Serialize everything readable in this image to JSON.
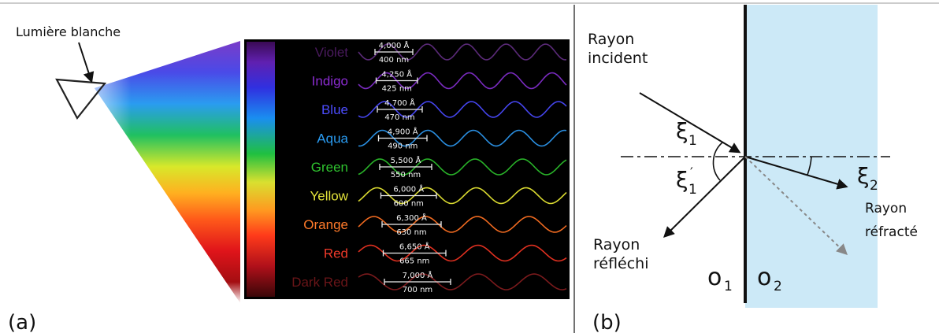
{
  "panel_a": {
    "label": "(a)",
    "white_light_label": "Lumière blanche",
    "colors": [
      {
        "name": "Violet",
        "angstrom": "4,000 Å",
        "nm": "400 nm",
        "color": "#4a1a5e",
        "wave": "#5a2a78"
      },
      {
        "name": "Indigo",
        "angstrom": "4,250 Å",
        "nm": "425 nm",
        "color": "#8a2bd0",
        "wave": "#7a2bc0"
      },
      {
        "name": "Blue",
        "angstrom": "4,700 Å",
        "nm": "470 nm",
        "color": "#4d4dff",
        "wave": "#4545ee"
      },
      {
        "name": "Aqua",
        "angstrom": "4,900 Å",
        "nm": "490 nm",
        "color": "#2a9df4",
        "wave": "#2a8ee0"
      },
      {
        "name": "Green",
        "angstrom": "5,500 Å",
        "nm": "550 nm",
        "color": "#2fc32f",
        "wave": "#29b229"
      },
      {
        "name": "Yellow",
        "angstrom": "6,000 Å",
        "nm": "600 nm",
        "color": "#e3e33a",
        "wave": "#d8d830"
      },
      {
        "name": "Orange",
        "angstrom": "6,300 Å",
        "nm": "630 nm",
        "color": "#ff7a2a",
        "wave": "#f06a20"
      },
      {
        "name": "Red",
        "angstrom": "6,650 Å",
        "nm": "665 nm",
        "color": "#f03a2a",
        "wave": "#e03020"
      },
      {
        "name": "Dark Red",
        "angstrom": "7,000 Å",
        "nm": "700 nm",
        "color": "#6a1518",
        "wave": "#7a1a1c"
      }
    ]
  },
  "panel_b": {
    "label": "(b)",
    "incident_label_line1": "Rayon",
    "incident_label_line2": "incident",
    "reflected_label_line1": "Rayon",
    "reflected_label_line2": "réfléchi",
    "refracted_label_line1": "Rayon",
    "refracted_label_line2": "réfracté",
    "xi": "ξ",
    "sub1": "1",
    "sub2": "2",
    "prime": "′",
    "medium_letter": "o",
    "medium_color": "#cce9f7"
  }
}
